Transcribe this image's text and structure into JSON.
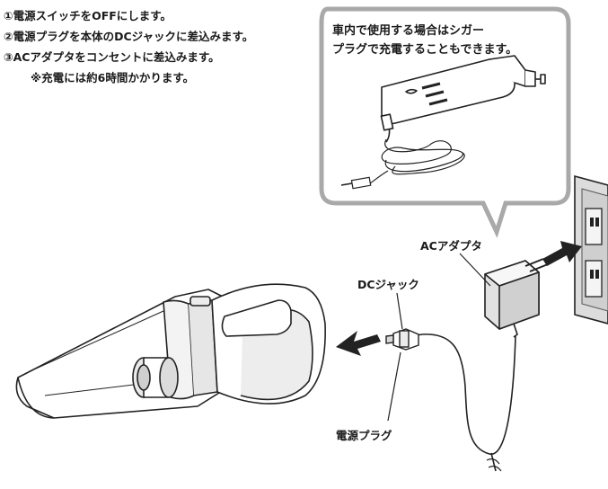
{
  "steps": [
    "①電源スイッチをOFFにします。",
    "②電源プラグを本体のDCジャックに差込みます。",
    "③ACアダプタをコンセントに差込みます。"
  ],
  "note": "※充電には約6時間かかります。",
  "callout": {
    "line1": "車内で使用する場合はシガー",
    "line2": "プラグで充電することもできます。"
  },
  "labels": {
    "ac_adapter": "ACアダプタ",
    "dc_jack": "DCジャック",
    "power_plug": "電源プラグ"
  }
}
